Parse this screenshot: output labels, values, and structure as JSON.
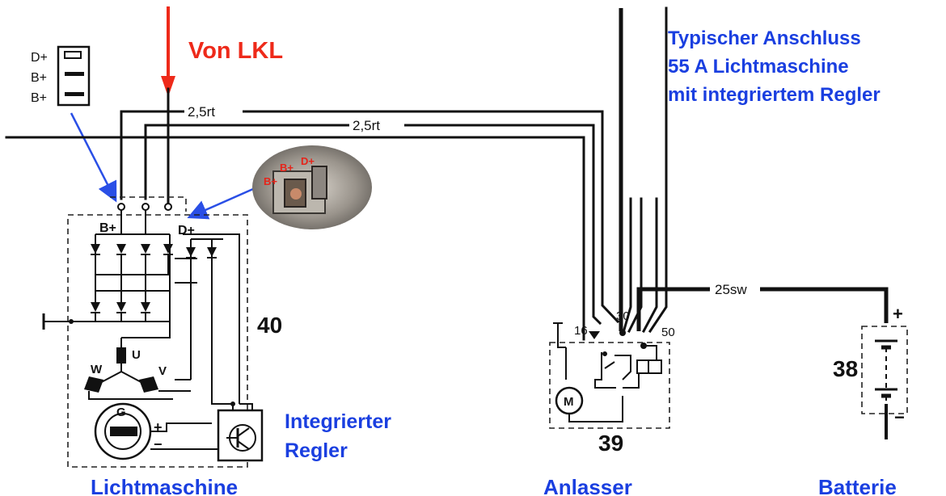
{
  "labels": {
    "von_lkl": "Von LKL",
    "typischer": "Typischer Anschluss",
    "lichtmaschine_55a": "55 A Lichtmaschine",
    "mit_regler": "mit integriertem Regler",
    "integrierter": "Integrierter",
    "regler": "Regler",
    "lichtmaschine": "Lichtmaschine",
    "anlasser": "Anlasser",
    "batterie": "Batterie"
  },
  "connector": {
    "pins": [
      "D+",
      "B+",
      "B+"
    ]
  },
  "photo": {
    "labels": [
      "B+",
      "D+",
      "B+"
    ]
  },
  "terminals": {
    "b_plus": "B+",
    "d_plus": "D+",
    "u": "U",
    "v": "V",
    "w": "W",
    "g": "G",
    "plus": "+",
    "minus": "−",
    "motor": "M",
    "t16": "16",
    "t30": "30",
    "t50": "50",
    "bat_plus": "+",
    "bat_minus": "−"
  },
  "wire_labels": {
    "w1": "2,5rt",
    "w2": "2,5rt",
    "w3": "25sw"
  },
  "component_numbers": {
    "alternator": "40",
    "starter": "39",
    "battery": "38"
  },
  "colors": {
    "label_blue": "#1a3fe0",
    "arrow_red": "#ee2a1a",
    "pointer_blue": "#2a4fe6",
    "wire": "#111111"
  }
}
